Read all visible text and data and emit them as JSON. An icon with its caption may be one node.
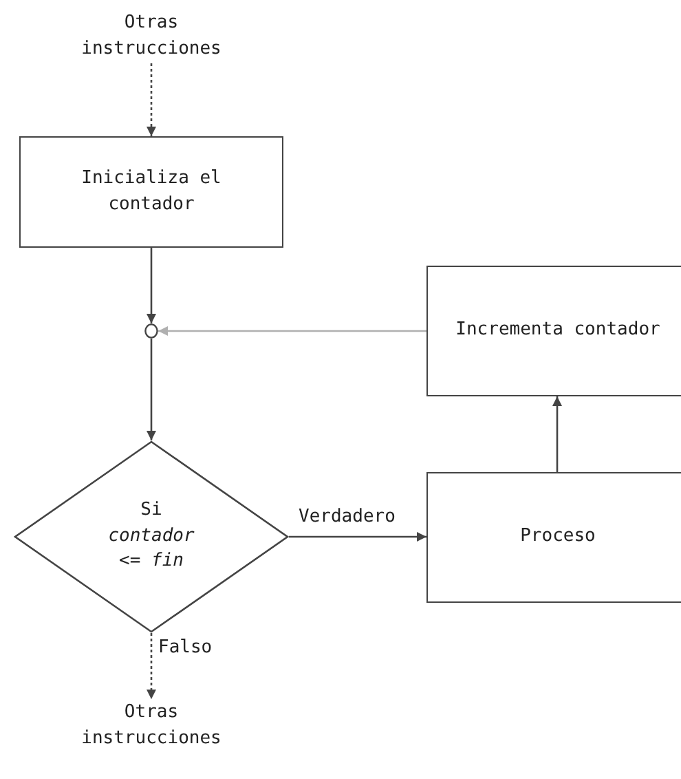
{
  "diagram": {
    "nodes": [
      {
        "text": [
          "Otras instrucciones"
        ]
      },
      {
        "text": [
          "Inicializa el contador"
        ]
      },
      {
        "text": [],
        "shape": "circle"
      },
      {
        "text": [
          "Si *contador* <= *fin*"
        ]
      },
      {
        "text": [
          "Incrementa contador"
        ]
      },
      {
        "text": [
          "Proceso"
        ]
      },
      {
        "text": [
          "Otras instrucciones"
        ]
      }
    ],
    "edges": [
      {
        "from": 0,
        "to": 1,
        "arrow": "to",
        "style": "dashed"
      },
      {
        "from": 1,
        "to": 2,
        "arrow": "to"
      },
      {
        "from": 4,
        "to": 2,
        "arrow": "to",
        "color": "#b0b0b0"
      },
      {
        "from": 2,
        "to": 3,
        "arrow": "to"
      },
      {
        "from": 3,
        "to": 5,
        "arrow": "to",
        "label": "Verdadero"
      },
      {
        "from": 5,
        "to": 4,
        "arrow": "to"
      },
      {
        "from": 3,
        "to": 6,
        "arrow": "to",
        "label": "Falso",
        "style": "dashed"
      }
    ]
  }
}
